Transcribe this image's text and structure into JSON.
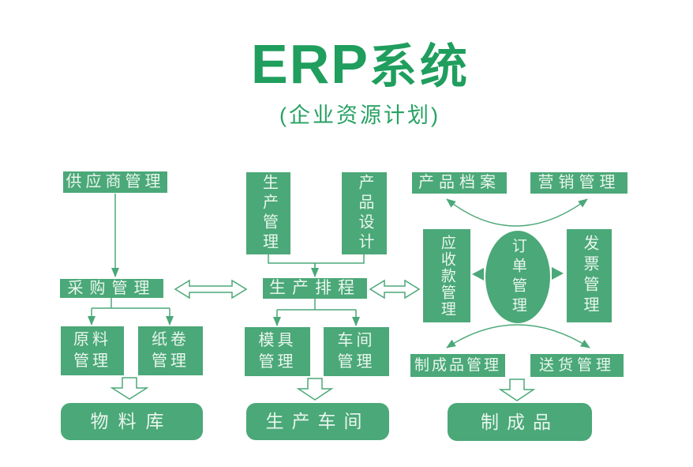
{
  "title": {
    "latin": "ERP",
    "cjk": "系统",
    "subtitle": "(企业资源计划)"
  },
  "colors": {
    "box_green": "#4BA878",
    "title_green": "#1F9E5D",
    "arrow_green": "#4BA878",
    "label_text": "#E9F6EE",
    "background": "#FFFFFF"
  },
  "nodes": {
    "supplier": {
      "label": "供应商管理"
    },
    "purchasing": {
      "label": "采购管理"
    },
    "raw_material": {
      "label": "原料\n管理"
    },
    "paper_roll": {
      "label": "纸卷\n管理"
    },
    "material_warehouse": {
      "label": "物料库"
    },
    "production_mgmt": {
      "label": "生产管理"
    },
    "product_design": {
      "label": "产品设计"
    },
    "scheduling": {
      "label": "生产排程"
    },
    "mold_mgmt": {
      "label": "模具\n管理"
    },
    "workshop_mgmt": {
      "label": "车间\n管理"
    },
    "production_workshop": {
      "label": "生产车间"
    },
    "product_archive": {
      "label": "产品档案"
    },
    "marketing": {
      "label": "营销管理"
    },
    "receivables": {
      "label": "应收款管理"
    },
    "order_mgmt": {
      "label": "订单管理"
    },
    "invoice": {
      "label": "发票管理"
    },
    "finished_goods_mgmt": {
      "label": "制成品管理"
    },
    "delivery": {
      "label": "送货管理"
    },
    "finished_goods": {
      "label": "制成品"
    }
  }
}
